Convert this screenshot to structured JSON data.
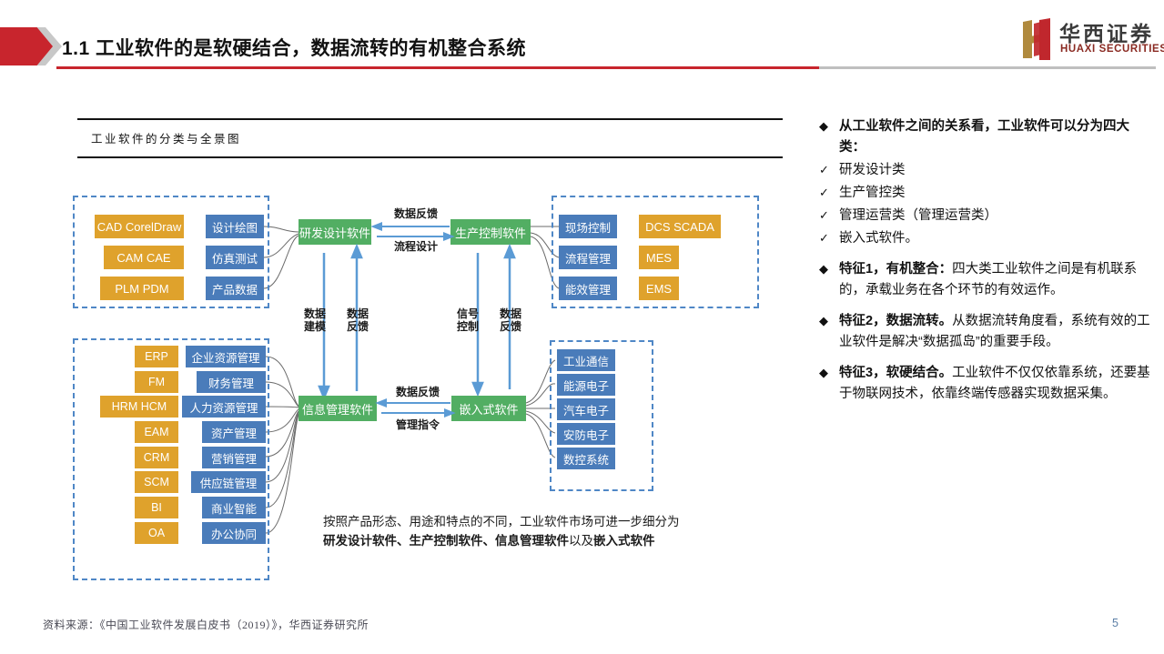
{
  "header": {
    "title": "1.1 工业软件的是软硬结合，数据流转的有机整合系统",
    "accent_red": "#c8252d",
    "rule_gray": "#bfbfbf"
  },
  "logo": {
    "cn": "华西证券",
    "en": "HUAXI SECURITIES",
    "mark_gold": "#b08a3e",
    "mark_red": "#c0272d"
  },
  "figure": {
    "caption": "工业软件的分类与全景图"
  },
  "diagram": {
    "colors": {
      "orange": "#dfa22c",
      "blue": "#4a7cba",
      "green": "#52ae63",
      "dash": "#4f87c6",
      "arrow": "#5b9bd5"
    },
    "groups": {
      "rd_design": {
        "tags": [
          "CAD  CorelDraw",
          "CAM   CAE",
          "PLM   PDM"
        ],
        "functions": [
          "设计绘图",
          "仿真测试",
          "产品数据"
        ],
        "hub": "研发设计软件"
      },
      "production_control": {
        "hub": "生产控制软件",
        "functions": [
          "现场控制",
          "流程管理",
          "能效管理"
        ],
        "tags": [
          "DCS  SCADA",
          "MES",
          "EMS"
        ]
      },
      "info_management": {
        "tags": [
          "ERP",
          "FM",
          "HRM   HCM",
          "EAM",
          "CRM",
          "SCM",
          "BI",
          "OA"
        ],
        "functions": [
          "企业资源管理",
          "财务管理",
          "人力资源管理",
          "资产管理",
          "营销管理",
          "供应链管理",
          "商业智能",
          "办公协同"
        ],
        "hub": "信息管理软件"
      },
      "embedded": {
        "hub": "嵌入式软件",
        "functions": [
          "工业通信",
          "能源电子",
          "汽车电子",
          "安防电子",
          "数控系统"
        ]
      }
    },
    "flow_labels": {
      "rd_to_pc_top": "数据反馈",
      "rd_to_pc_bottom": "流程设计",
      "rd_down": "数据\n建模",
      "im_up": "数据\n反馈",
      "pc_down": "信号\n控制",
      "emb_up": "数据\n反馈",
      "im_to_emb_top": "数据反馈",
      "im_to_emb_bottom": "管理指令"
    },
    "flow_labels_flat": {
      "rd_to_pc_top": "数据反馈",
      "rd_to_pc_bottom": "流程设计",
      "rd_down_l1": "数据",
      "rd_down_l2": "建模",
      "im_up_l1": "数据",
      "im_up_l2": "反馈",
      "pc_down_l1": "信号",
      "pc_down_l2": "控制",
      "emb_up_l1": "数据",
      "emb_up_l2": "反馈",
      "im_to_emb_top": "数据反馈",
      "im_to_emb_bottom": "管理指令"
    }
  },
  "note": {
    "line1_plain": "按照产品形态、用途和特点的不同，工业软件市场可进一步细分为",
    "line2_b1": "研发设计软件、生产控制软件、信息管理软件",
    "line2_plain": "以及",
    "line2_b2": "嵌入式软件"
  },
  "panel": {
    "blocks": [
      {
        "marker": "◆",
        "lead_bold": "从工业软件之间的关系看，工业软件可以分为四大类：",
        "checks": [
          "研发设计类",
          "生产管控类",
          "管理运营类（管理运营类）",
          "嵌入式软件。"
        ]
      },
      {
        "marker": "◆",
        "bold": "特征1，有机整合：",
        "rest": "四大类工业软件之间是有机联系的，承载业务在各个环节的有效运作。"
      },
      {
        "marker": "◆",
        "bold": "特征2，数据流转。",
        "rest": "从数据流转角度看，系统有效的工业软件是解决“数据孤岛”的重要手段。"
      },
      {
        "marker": "◆",
        "bold": "特征3，软硬结合。",
        "rest": "工业软件不仅仅依靠系统，还要基于物联网技术，依靠终端传感器实现数据采集。"
      }
    ],
    "check_glyph": "✓"
  },
  "footer": {
    "source": "资料来源：《中国工业软件发展白皮书（2019）》，华西证券研究所",
    "page": "5"
  }
}
